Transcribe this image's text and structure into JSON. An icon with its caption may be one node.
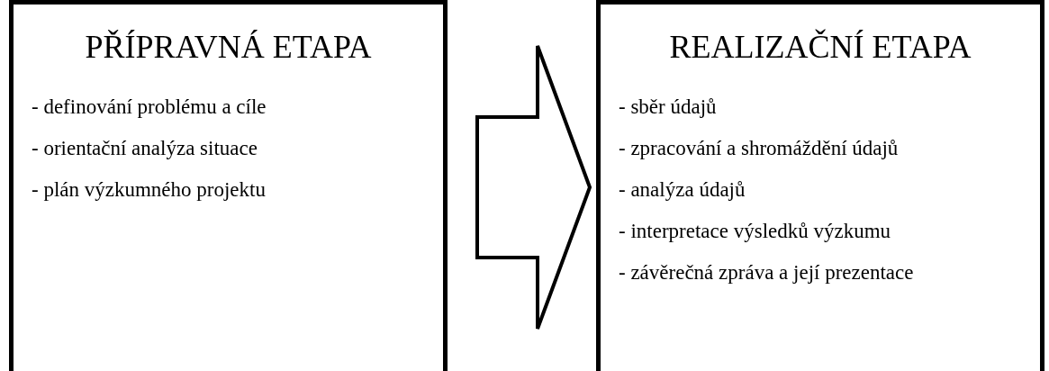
{
  "diagram": {
    "nodes": [
      {
        "text": [
          "PŘÍPRAVNÁ ETAPA",
          "- definování problému a cíle",
          "- orientační analýza situace",
          "- plán výzkumného projektu"
        ]
      },
      {
        "text": [
          "REALIZAČNÍ ETAPA",
          "- sběr údajů",
          "- zpracování a shromáždění údajů",
          "- analýza údajů",
          "- interpretace výsledků výzkumu",
          "- závěrečná zpráva a její prezentace"
        ]
      }
    ],
    "edges": [
      {
        "from": 0,
        "to": 1,
        "arrow": "to",
        "style": "thick"
      }
    ]
  }
}
